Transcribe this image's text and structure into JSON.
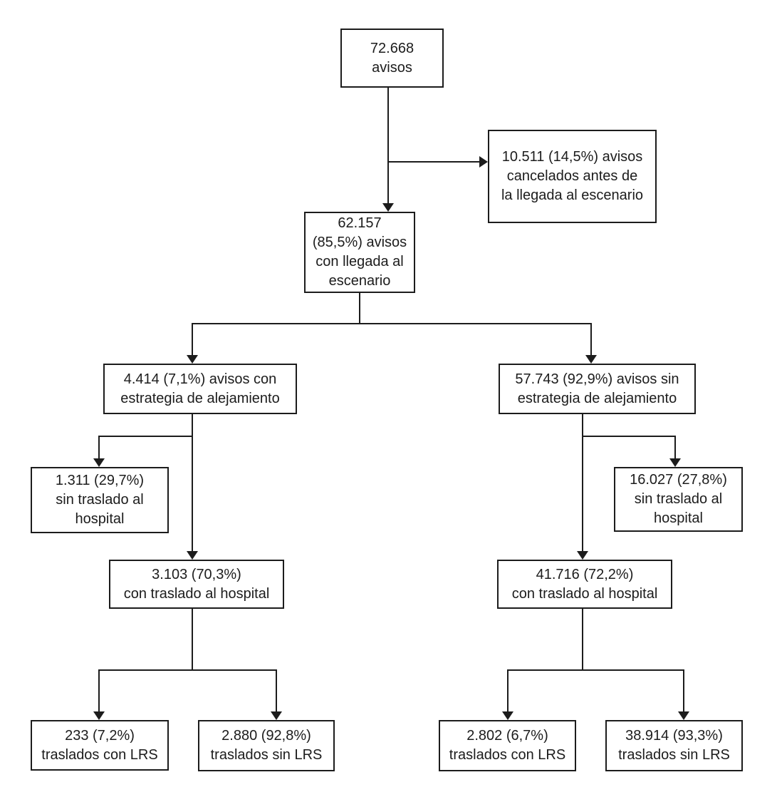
{
  "diagram": {
    "type": "flowchart",
    "colors": {
      "line": "#1c1c1c",
      "box_border": "#1c1c1c",
      "box_background": "#ffffff",
      "page_background": "#ffffff",
      "text": "#1c1c1c"
    },
    "nodes": {
      "total": {
        "lines": [
          "72.668",
          "avisos"
        ]
      },
      "cancelled": {
        "lines": [
          "10.511 (14,5%) avisos",
          "cancelados antes de",
          "la llegada al escenario"
        ]
      },
      "arrived": {
        "lines": [
          "62.157",
          "(85,5%) avisos",
          "con llegada al",
          "escenario"
        ]
      },
      "with_strategy": {
        "lines": [
          "4.414 (7,1%) avisos con",
          "estrategia de alejamiento"
        ]
      },
      "without_strategy": {
        "lines": [
          "57.743 (92,9%) avisos sin",
          "estrategia de alejamiento"
        ]
      },
      "with_strategy_no_transfer": {
        "lines": [
          "1.311 (29,7%)",
          "sin traslado al",
          "hospital"
        ]
      },
      "with_strategy_transfer": {
        "lines": [
          "3.103 (70,3%)",
          "con traslado al hospital"
        ]
      },
      "without_strategy_no_transfer": {
        "lines": [
          "16.027 (27,8%)",
          "sin traslado al",
          "hospital"
        ]
      },
      "without_strategy_transfer": {
        "lines": [
          "41.716 (72,2%)",
          "con traslado al hospital"
        ]
      },
      "with_strategy_lrs": {
        "lines": [
          "233 (7,2%)",
          "traslados con LRS"
        ]
      },
      "with_strategy_no_lrs": {
        "lines": [
          "2.880 (92,8%)",
          "traslados sin LRS"
        ]
      },
      "without_strategy_lrs": {
        "lines": [
          "2.802 (6,7%)",
          "traslados con LRS"
        ]
      },
      "without_strategy_no_lrs": {
        "lines": [
          "38.914 (93,3%)",
          "traslados sin LRS"
        ]
      }
    },
    "edges": [
      {
        "from": "total",
        "to": "cancelled"
      },
      {
        "from": "total",
        "to": "arrived"
      },
      {
        "from": "arrived",
        "to": "with_strategy"
      },
      {
        "from": "arrived",
        "to": "without_strategy"
      },
      {
        "from": "with_strategy",
        "to": "with_strategy_no_transfer"
      },
      {
        "from": "with_strategy",
        "to": "with_strategy_transfer"
      },
      {
        "from": "without_strategy",
        "to": "without_strategy_no_transfer"
      },
      {
        "from": "without_strategy",
        "to": "without_strategy_transfer"
      },
      {
        "from": "with_strategy_transfer",
        "to": "with_strategy_lrs"
      },
      {
        "from": "with_strategy_transfer",
        "to": "with_strategy_no_lrs"
      },
      {
        "from": "without_strategy_transfer",
        "to": "without_strategy_lrs"
      },
      {
        "from": "without_strategy_transfer",
        "to": "without_strategy_no_lrs"
      }
    ]
  }
}
